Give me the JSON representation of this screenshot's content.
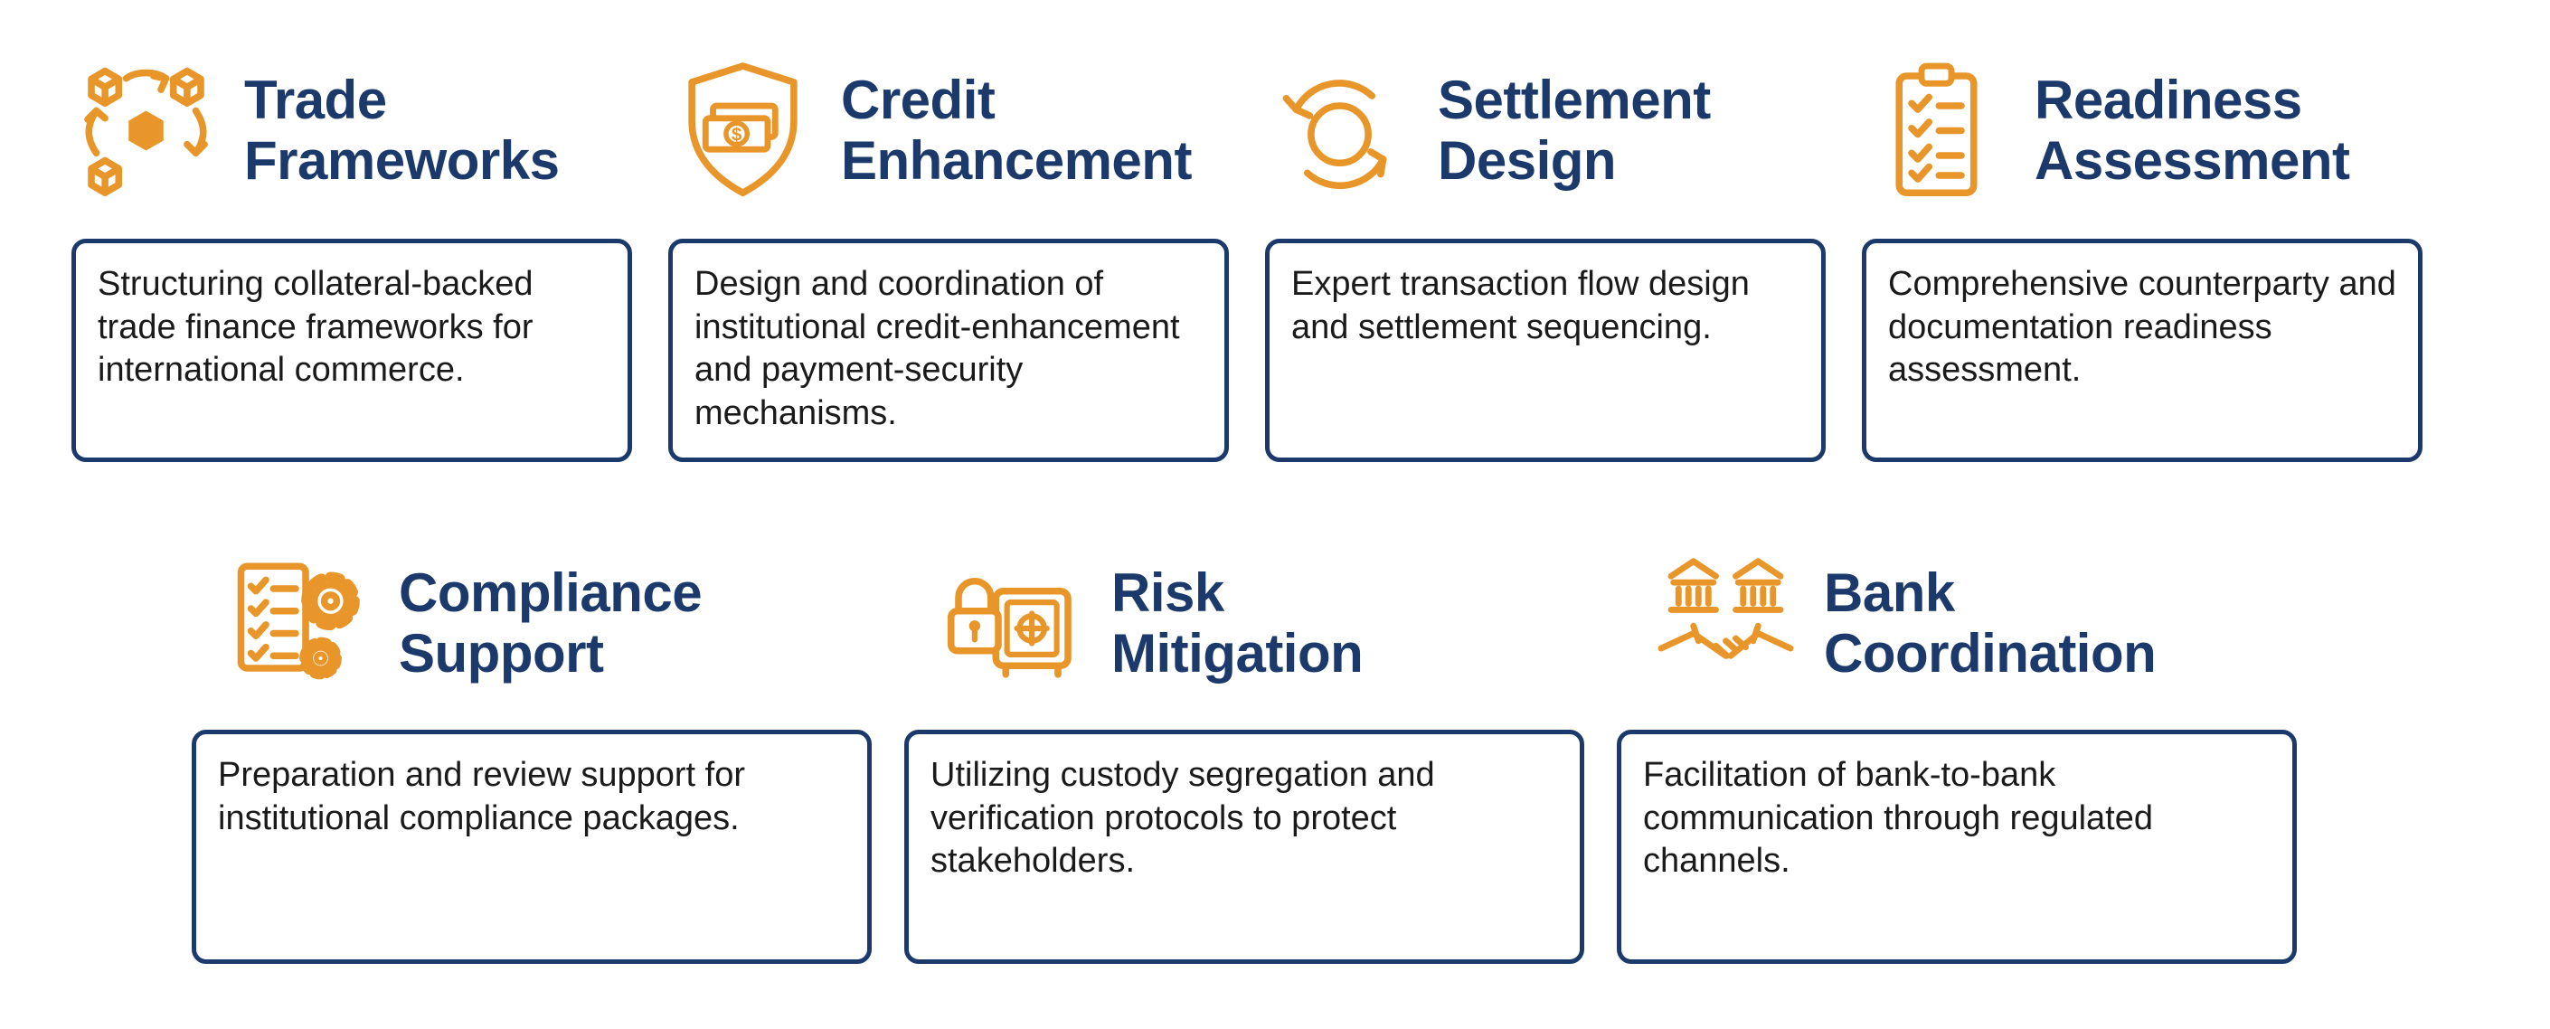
{
  "page": {
    "background": "#FFFFFF"
  },
  "colors": {
    "accent_orange": "#E8962A",
    "navy": "#1B3A6B",
    "text": "#1A1A1A"
  },
  "cards": [
    {
      "title": "Trade Frameworks",
      "description": "Structuring collateral-backed trade finance frameworks for international commerce.",
      "icon": "cubes-network-icon"
    },
    {
      "title": "Credit Enhancement",
      "description": "Design and coordination of institutional credit-enhancement and payment-security mechanisms.",
      "icon": "shield-banknotes-icon"
    },
    {
      "title": "Settlement Design",
      "description": "Expert transaction flow design and settlement sequencing.",
      "icon": "circular-arrows-icon"
    },
    {
      "title": "Readiness Assessment",
      "description": "Comprehensive counterparty and documentation readiness assessment.",
      "icon": "clipboard-checklist-icon"
    },
    {
      "title": "Compliance Support",
      "description": "Preparation and review support for institutional compliance packages.",
      "icon": "document-gears-icon"
    },
    {
      "title": "Risk Mitigation",
      "description": "Utilizing custody segregation and verification protocols to protect stakeholders.",
      "icon": "padlock-safe-icon"
    },
    {
      "title": "Bank Coordination",
      "description": "Facilitation of bank-to-bank communication through regulated channels.",
      "icon": "banks-handshake-icon"
    }
  ]
}
